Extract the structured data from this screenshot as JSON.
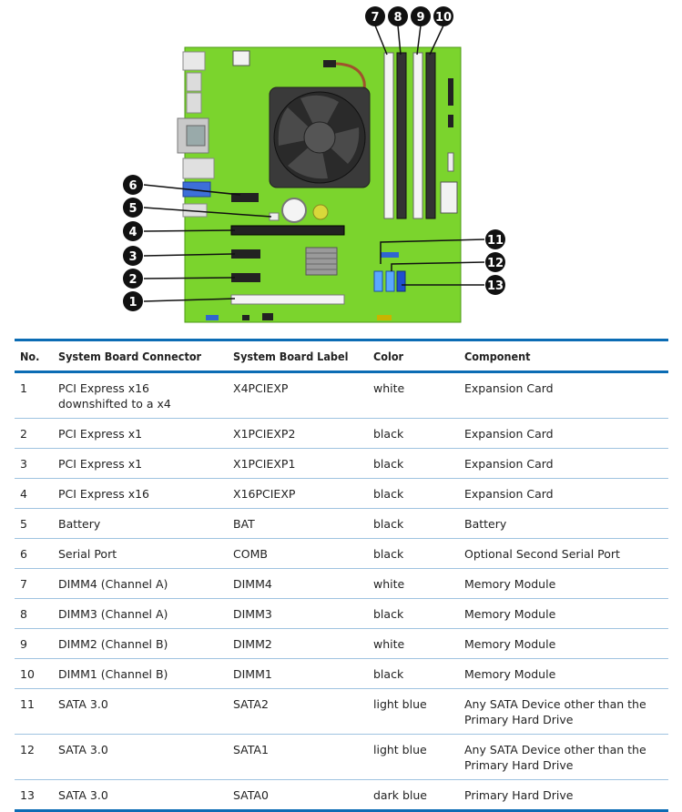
{
  "callouts": [
    "1",
    "2",
    "3",
    "4",
    "5",
    "6",
    "7",
    "8",
    "9",
    "10",
    "11",
    "12",
    "13"
  ],
  "table": {
    "headers": [
      "No.",
      "System Board Connector",
      "System Board Label",
      "Color",
      "Component"
    ],
    "rows": [
      [
        "1",
        "PCI Express x16 downshifted to a x4",
        "X4PCIEXP",
        "white",
        "Expansion Card"
      ],
      [
        "2",
        "PCI Express x1",
        "X1PCIEXP2",
        "black",
        "Expansion Card"
      ],
      [
        "3",
        "PCI Express x1",
        "X1PCIEXP1",
        "black",
        "Expansion Card"
      ],
      [
        "4",
        "PCI Express x16",
        "X16PCIEXP",
        "black",
        "Expansion Card"
      ],
      [
        "5",
        "Battery",
        "BAT",
        "black",
        "Battery"
      ],
      [
        "6",
        "Serial Port",
        "COMB",
        "black",
        "Optional Second Serial Port"
      ],
      [
        "7",
        "DIMM4 (Channel A)",
        "DIMM4",
        "white",
        "Memory Module"
      ],
      [
        "8",
        "DIMM3 (Channel A)",
        "DIMM3",
        "black",
        "Memory Module"
      ],
      [
        "9",
        "DIMM2 (Channel B)",
        "DIMM2",
        "white",
        "Memory Module"
      ],
      [
        "10",
        "DIMM1 (Channel B)",
        "DIMM1",
        "black",
        "Memory Module"
      ],
      [
        "11",
        "SATA 3.0",
        "SATA2",
        "light blue",
        "Any SATA Device other than the Primary Hard Drive"
      ],
      [
        "12",
        "SATA 3.0",
        "SATA1",
        "light blue",
        "Any SATA Device other than the Primary Hard Drive"
      ],
      [
        "13",
        "SATA 3.0",
        "SATA0",
        "dark blue",
        "Primary Hard Drive"
      ]
    ]
  }
}
